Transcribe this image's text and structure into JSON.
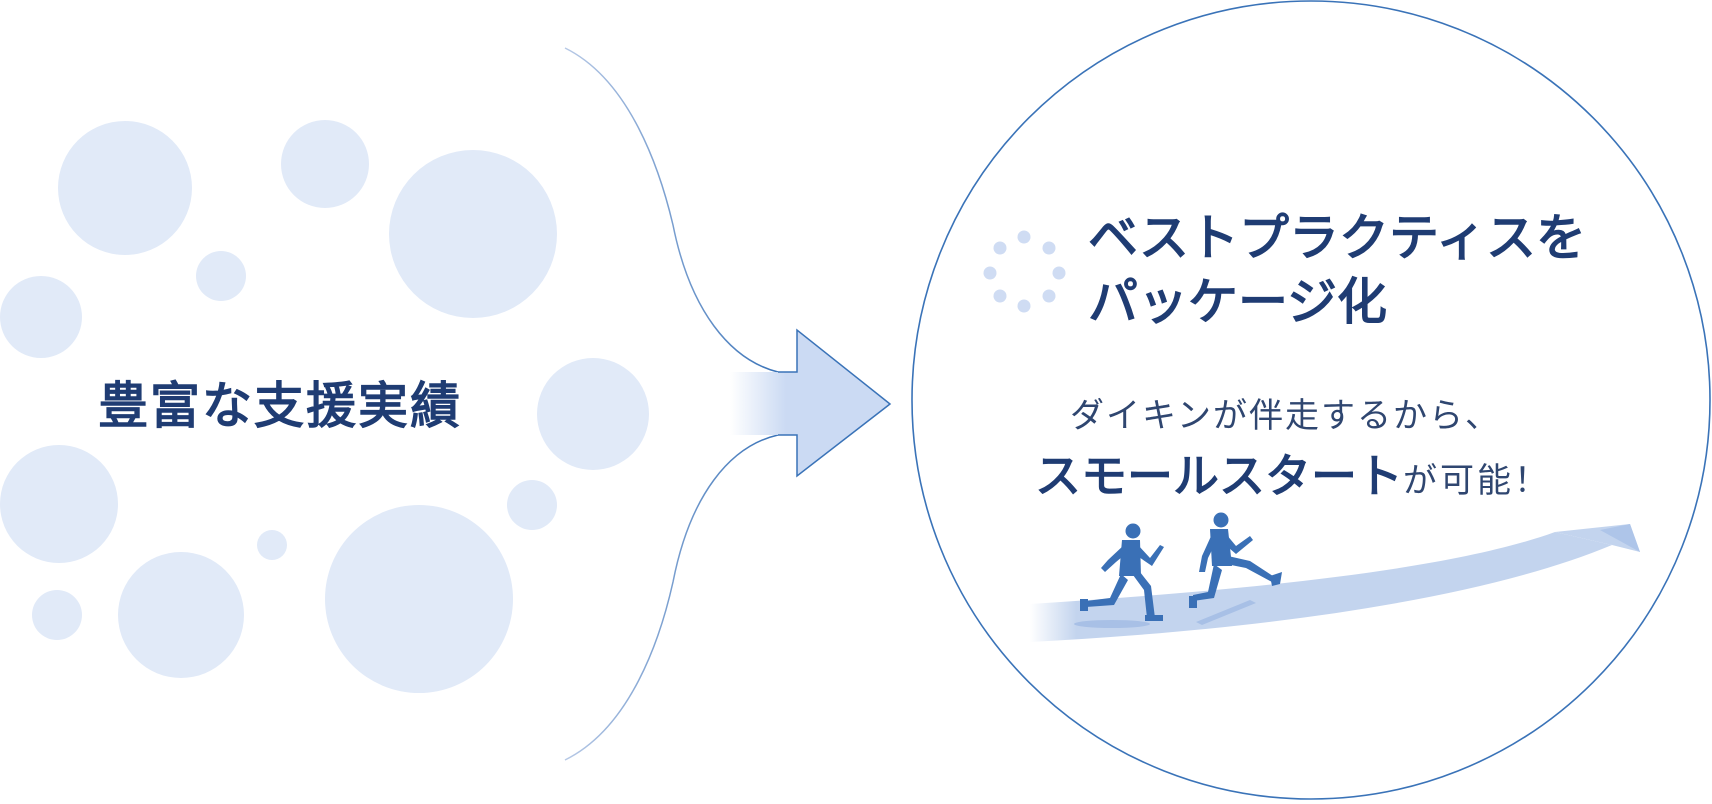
{
  "left": {
    "label": "豊富な支援実績"
  },
  "right": {
    "headline_line1": "ベストプラクティスを",
    "headline_line2": "パッケージ化",
    "sub_line1": "ダイキンが伴走するから、",
    "sub_line2_bold": "スモールスタート",
    "sub_line2_rest": "が可能！"
  },
  "colors": {
    "primary": "#1f3c73",
    "circle_border": "#3a73b8",
    "bubble_fill": "#e1eaf8",
    "arrow_fill": "#cbdaf3",
    "figure_blue": "#3a70b6",
    "road_fill": "#c3d4ee"
  },
  "icons": {
    "loader": "dotted-loader-icon",
    "runners": "running-businessmen-icon",
    "growth_arrow": "growth-arrow-icon"
  }
}
